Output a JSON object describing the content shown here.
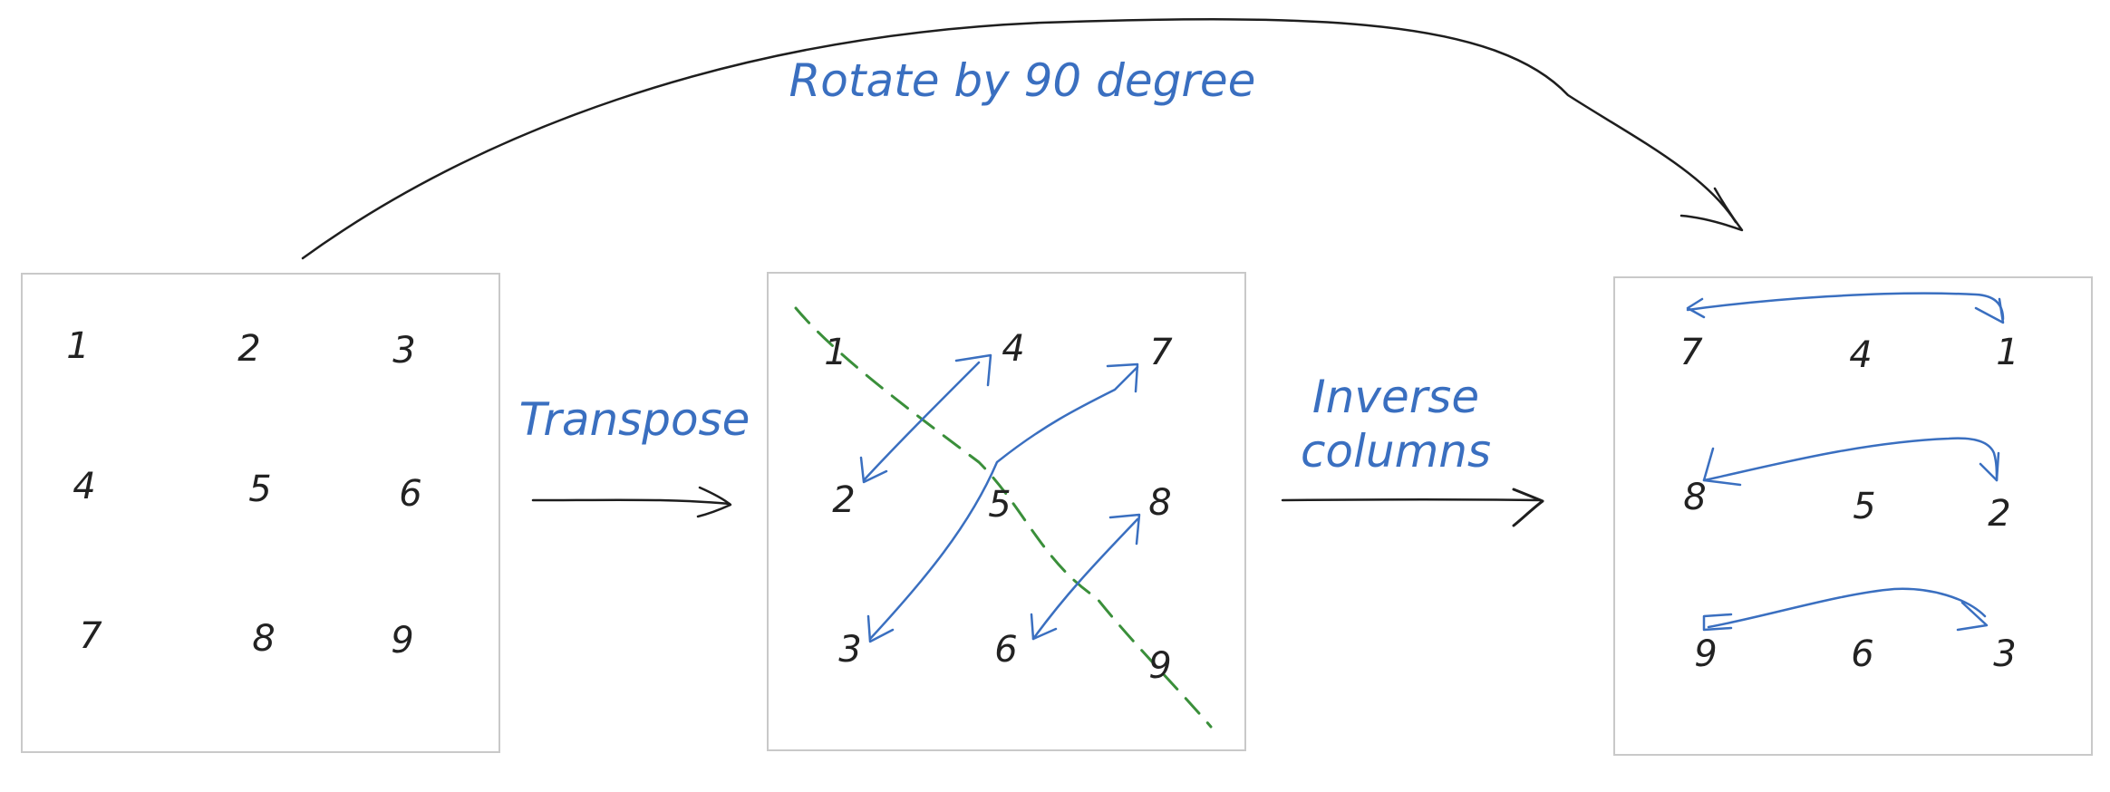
{
  "labels": {
    "rotate": "Rotate by 90 degree",
    "transpose": "Transpose",
    "inverse_line1": "Inverse",
    "inverse_line2": "columns"
  },
  "matrices": {
    "original": [
      "1",
      "2",
      "3",
      "4",
      "5",
      "6",
      "7",
      "8",
      "9"
    ],
    "transposed": [
      "1",
      "4",
      "7",
      "2",
      "5",
      "8",
      "3",
      "6",
      "9"
    ],
    "rotated": [
      "7",
      "4",
      "1",
      "8",
      "5",
      "2",
      "9",
      "6",
      "3"
    ]
  },
  "colors": {
    "accent_blue": "#3a6fc0",
    "diagonal_green": "#3a8f3a",
    "ink": "#1e1e1e",
    "box_border": "#c9c9c9"
  }
}
